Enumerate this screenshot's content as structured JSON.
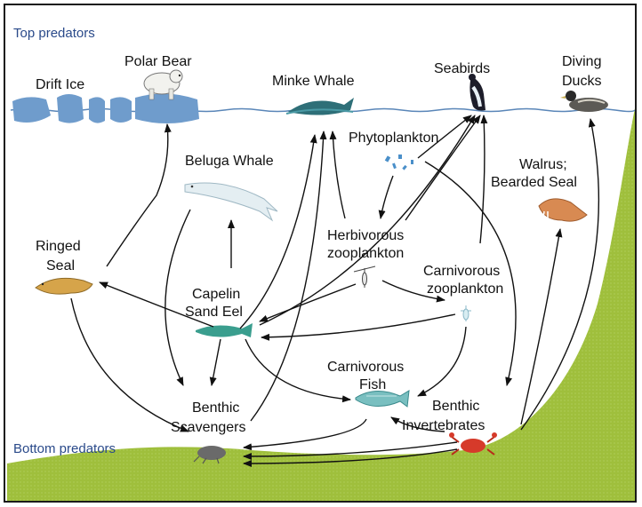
{
  "diagram": {
    "labels": {
      "top_predators": "Top predators",
      "bottom_predators": "Bottom predators",
      "drift_ice": "Drift Ice",
      "polar_bear": "Polar Bear",
      "minke_whale": "Minke Whale",
      "seabirds": "Seabirds",
      "diving_ducks_1": "Diving",
      "diving_ducks_2": "Ducks",
      "phytoplankton": "Phytoplankton",
      "beluga_whale": "Beluga Whale",
      "walrus_1": "Walrus;",
      "walrus_2": "Bearded Seal",
      "ringed_seal_1": "Ringed",
      "ringed_seal_2": "Seal",
      "herbivorous_1": "Herbivorous",
      "herbivorous_2": "zooplankton",
      "carnivorous_zoo_1": "Carnivorous",
      "carnivorous_zoo_2": "zooplankton",
      "capelin_1": "Capelin",
      "capelin_2": "Sand Eel",
      "carnivorous_fish_1": "Carnivorous",
      "carnivorous_fish_2": "Fish",
      "benthic_scav_1": "Benthic",
      "benthic_scav_2": "Scavengers",
      "benthic_inv_1": "Benthic",
      "benthic_inv_2": "Invertebrates"
    },
    "colors": {
      "water_line": "#5a86b8",
      "ice": "#6f9ccc",
      "seafloor": "#9fbf3c",
      "arrow": "#111111",
      "label_blue": "#2a4a8a"
    }
  }
}
